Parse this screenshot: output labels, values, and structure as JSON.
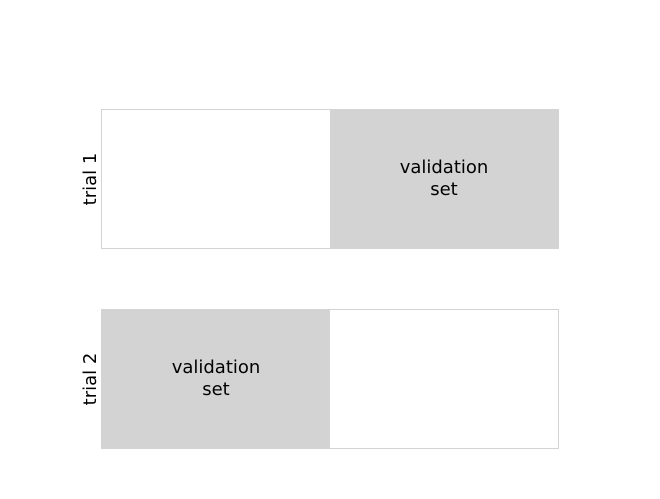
{
  "trials": [
    {
      "label": "trial 1",
      "segments": [
        {
          "role": "train",
          "label": ""
        },
        {
          "role": "validation",
          "label": "validation\nset"
        }
      ]
    },
    {
      "label": "trial 2",
      "segments": [
        {
          "role": "validation",
          "label": "validation\nset"
        },
        {
          "role": "train",
          "label": ""
        }
      ]
    }
  ],
  "colors": {
    "validation_fill": "#d3d3d3",
    "train_fill": "#ffffff",
    "border": "#d3d3d3"
  }
}
